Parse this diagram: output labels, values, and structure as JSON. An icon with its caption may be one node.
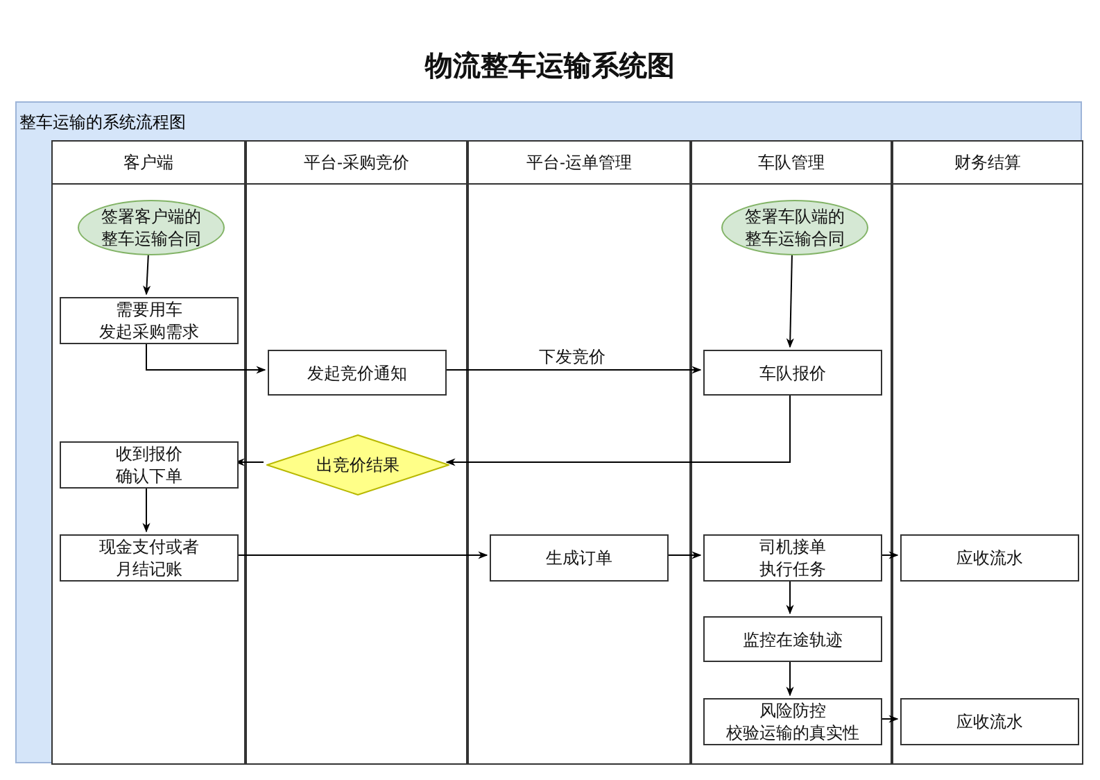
{
  "diagram": {
    "title": "物流整车运输系统图",
    "nodes": [
      {
        "text": [
          "整车运输的系统流程图"
        ]
      },
      {
        "text": [
          "客户端"
        ],
        "in": 0
      },
      {
        "text": [
          "平台-采购竞价"
        ],
        "in": 0
      },
      {
        "text": [
          "平台-运单管理"
        ],
        "in": 0
      },
      {
        "text": [
          "车队管理"
        ],
        "in": 0
      },
      {
        "text": [
          "财务结算"
        ],
        "in": 0
      },
      {
        "text": [
          "签署客户端的整车运输合同"
        ],
        "in": 1
      },
      {
        "text": [
          "签署车队端的整车运输合同"
        ],
        "in": 4
      },
      {
        "text": [
          "需要用车发起采购需求"
        ],
        "in": 1
      },
      {
        "text": [
          "发起竞价通知"
        ],
        "in": 2
      },
      {
        "text": [
          "车队报价"
        ],
        "in": 4
      },
      {
        "text": [
          "收到报价确认下单"
        ],
        "in": 1
      },
      {
        "text": [
          "出竞价结果"
        ],
        "in": 2
      },
      {
        "text": [
          "现金支付或者月结记账"
        ],
        "in": 1
      },
      {
        "text": [
          "生成订单"
        ],
        "in": 3
      },
      {
        "text": [
          "司机接单执行任务"
        ],
        "in": 4
      },
      {
        "text": [
          "应收流水"
        ],
        "in": 5
      },
      {
        "text": [
          "监控在途轨迹"
        ],
        "in": 4
      },
      {
        "text": [
          "风险防控校验运输的真实性"
        ],
        "in": 4
      },
      {
        "text": [
          "应收流水"
        ],
        "in": 5
      }
    ],
    "edges": [
      {
        "from": 6,
        "to": 8,
        "arrow": "to"
      },
      {
        "from": 8,
        "to": 9,
        "arrow": "to"
      },
      {
        "from": 9,
        "to": 10,
        "arrow": "to",
        "label": "下发竞价"
      },
      {
        "from": 7,
        "to": 10,
        "arrow": "to"
      },
      {
        "from": 10,
        "to": 12,
        "arrow": "to"
      },
      {
        "from": 12,
        "to": 11,
        "arrow": "to"
      },
      {
        "from": 11,
        "to": 13,
        "arrow": "to"
      },
      {
        "from": 13,
        "to": 14,
        "arrow": "to"
      },
      {
        "from": 14,
        "to": 15,
        "arrow": "to"
      },
      {
        "from": 15,
        "to": 16,
        "arrow": "to"
      },
      {
        "from": 15,
        "to": 17,
        "arrow": "to"
      },
      {
        "from": 17,
        "to": 18,
        "arrow": "to"
      },
      {
        "from": 18,
        "to": 19,
        "arrow": "to"
      }
    ]
  }
}
